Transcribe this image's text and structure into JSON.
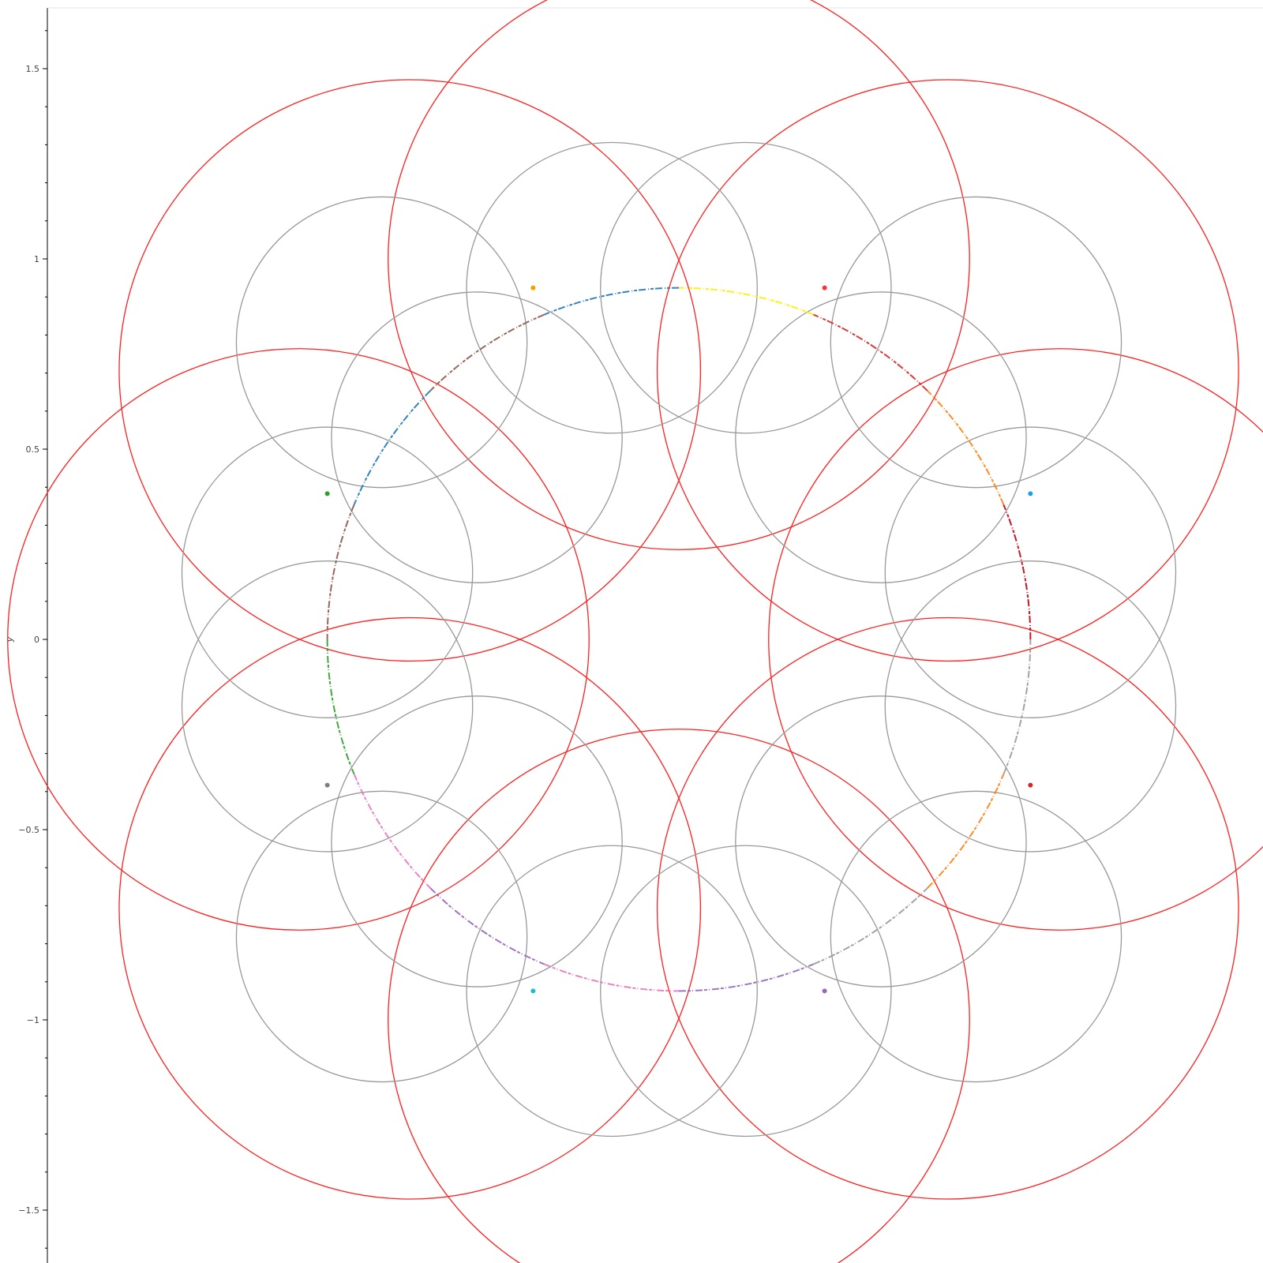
{
  "chart_data": {
    "type": "scatter",
    "title": "",
    "xlabel": "",
    "ylabel": "y",
    "ylim": [
      -1.62,
      1.66
    ],
    "xlim": [
      -1.67,
      1.61
    ],
    "y_ticks": [
      {
        "value": 1.5,
        "label": "1.5"
      },
      {
        "value": 1,
        "label": "1"
      },
      {
        "value": 0.5,
        "label": "0.5"
      },
      {
        "value": 0,
        "label": "0"
      },
      {
        "value": -0.5,
        "label": "−0.5"
      },
      {
        "value": -1,
        "label": "−1"
      },
      {
        "value": -1.5,
        "label": "−1.5"
      }
    ],
    "grid": false,
    "colors": {
      "outer_circle": "#ff2020",
      "inner_circle": "#999999",
      "axis": "#000000"
    },
    "outer_circles": {
      "radius": 0.764,
      "centers": [
        [
          0,
          1
        ],
        [
          0.707,
          0.707
        ],
        [
          1,
          0
        ],
        [
          0.707,
          -0.707
        ],
        [
          0,
          -1
        ],
        [
          -0.707,
          -0.707
        ],
        [
          -1,
          0
        ],
        [
          -0.707,
          0.707
        ]
      ]
    },
    "inner_circles": {
      "radius": 0.382,
      "centers": [
        [
          -0.176,
          0.924
        ],
        [
          0.176,
          0.924
        ],
        [
          0.531,
          0.531
        ],
        [
          0.781,
          0.781
        ],
        [
          0.924,
          0.176
        ],
        [
          0.924,
          -0.176
        ],
        [
          0.781,
          -0.781
        ],
        [
          0.531,
          -0.531
        ],
        [
          0.176,
          -0.924
        ],
        [
          -0.176,
          -0.924
        ],
        [
          -0.531,
          -0.531
        ],
        [
          -0.781,
          -0.781
        ],
        [
          -0.924,
          -0.176
        ],
        [
          -0.924,
          0.176
        ],
        [
          -0.781,
          0.781
        ],
        [
          -0.531,
          0.531
        ]
      ]
    },
    "arc": {
      "radius": 0.924,
      "segments": [
        {
          "from_deg": 90,
          "to_deg": 112.5,
          "color": "#1f77b4"
        },
        {
          "from_deg": 67.5,
          "to_deg": 90,
          "color": "#ffee00"
        },
        {
          "from_deg": 45,
          "to_deg": 67.5,
          "color": "#d62728"
        },
        {
          "from_deg": 22.5,
          "to_deg": 45,
          "color": "#ff7f0e"
        },
        {
          "from_deg": 0,
          "to_deg": 22.5,
          "color": "#c00010"
        },
        {
          "from_deg": -22.5,
          "to_deg": 0,
          "color": "#999999"
        },
        {
          "from_deg": -45,
          "to_deg": -22.5,
          "color": "#ff7f0e"
        },
        {
          "from_deg": -67.5,
          "to_deg": -45,
          "color": "#999999"
        },
        {
          "from_deg": -90,
          "to_deg": -67.5,
          "color": "#9467bd"
        },
        {
          "from_deg": -112.5,
          "to_deg": -90,
          "color": "#e377c2"
        },
        {
          "from_deg": -135,
          "to_deg": -112.5,
          "color": "#9467bd"
        },
        {
          "from_deg": -157.5,
          "to_deg": -135,
          "color": "#e377c2"
        },
        {
          "from_deg": 180,
          "to_deg": 202.5,
          "color": "#2ca02c"
        },
        {
          "from_deg": 157.5,
          "to_deg": 180,
          "color": "#8c564b"
        },
        {
          "from_deg": 135,
          "to_deg": 157.5,
          "color": "#1f77b4"
        },
        {
          "from_deg": 112.5,
          "to_deg": 135,
          "color": "#8c564b"
        }
      ]
    },
    "tangent_points": [
      {
        "x": -0.383,
        "y": 0.924,
        "color": "#ff9900"
      },
      {
        "x": 0.383,
        "y": 0.924,
        "color": "#ff3030"
      },
      {
        "x": 0.924,
        "y": 0.383,
        "color": "#17a2e8"
      },
      {
        "x": 0.924,
        "y": -0.383,
        "color": "#d62728"
      },
      {
        "x": 0.383,
        "y": -0.924,
        "color": "#9467bd"
      },
      {
        "x": -0.383,
        "y": -0.924,
        "color": "#17becf"
      },
      {
        "x": -0.924,
        "y": -0.383,
        "color": "#7f7f7f"
      },
      {
        "x": -0.924,
        "y": 0.383,
        "color": "#2ca02c"
      }
    ]
  }
}
